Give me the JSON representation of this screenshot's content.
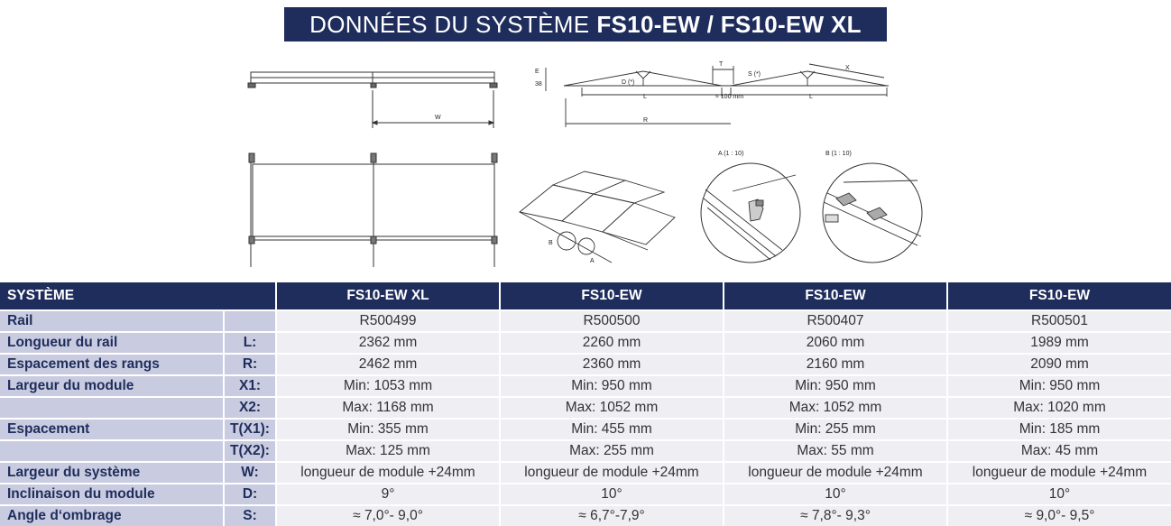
{
  "title": {
    "prefix": "DONNÉES DU SYSTÈME",
    "models": "FS10-EW / FS10-EW XL"
  },
  "drawings": {
    "front_dim": "W",
    "side": {
      "T": "T",
      "S": "S (*)",
      "X": "X",
      "D": "D (*)",
      "L1": "L",
      "L2": "L",
      "gap": "≈ 100 mm",
      "R": "R",
      "E": "E",
      "B": "38"
    },
    "perspective": {
      "A": "A",
      "B": "B"
    },
    "detail_a": "A (1 : 10)",
    "detail_b": "B (1 : 10)"
  },
  "table": {
    "header": [
      "SYSTÈME",
      "FS10-EW XL",
      "FS10-EW",
      "FS10-EW",
      "FS10-EW"
    ],
    "rows": [
      {
        "param": "Rail",
        "sym": "",
        "values": [
          "R500499",
          "R500500",
          "R500407",
          "R500501"
        ]
      },
      {
        "param": "Longueur du rail",
        "sym": "L:",
        "values": [
          "2362 mm",
          "2260 mm",
          "2060 mm",
          "1989 mm"
        ]
      },
      {
        "param": "Espacement des rangs",
        "sym": "R:",
        "values": [
          "2462 mm",
          "2360 mm",
          "2160 mm",
          "2090 mm"
        ]
      },
      {
        "param": "Largeur du module",
        "sym": "X1:",
        "values": [
          "Min: 1053 mm",
          "Min: 950 mm",
          "Min: 950 mm",
          "Min: 950 mm"
        ]
      },
      {
        "param": "",
        "sym": "X2:",
        "values": [
          "Max: 1168 mm",
          "Max: 1052 mm",
          "Max: 1052 mm",
          "Max: 1020 mm"
        ]
      },
      {
        "param": "Espacement",
        "sym": "T(X1):",
        "values": [
          "Min: 355 mm",
          "Min: 455 mm",
          "Min: 255 mm",
          "Min: 185 mm"
        ]
      },
      {
        "param": "",
        "sym": "T(X2):",
        "values": [
          "Max: 125 mm",
          "Max: 255 mm",
          "Max: 55 mm",
          "Max: 45 mm"
        ]
      },
      {
        "param": "Largeur du système",
        "sym": "W:",
        "values": [
          "longueur de module +24mm",
          "longueur de module +24mm",
          "longueur de module +24mm",
          "longueur de module +24mm"
        ]
      },
      {
        "param": "Inclinaison du module",
        "sym": "D:",
        "values": [
          "9°",
          "10°",
          "10°",
          "10°"
        ]
      },
      {
        "param": "Angle d‘ombrage",
        "sym": "S:",
        "values": [
          "≈ 7,0°- 9,0°",
          "≈ 6,7°-7,9°",
          "≈ 7,8°- 9,3°",
          "≈ 9,0°- 9,5°"
        ]
      }
    ]
  }
}
